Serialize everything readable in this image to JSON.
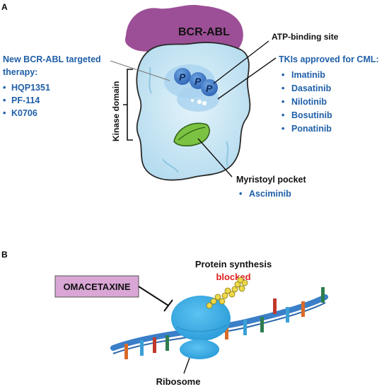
{
  "panel_a": {
    "label": "A",
    "protein_label": "BCR-ABL",
    "atp_site": "ATP-binding site",
    "phosphate": "P",
    "kinase_domain": "Kinase domain",
    "new_targeted": {
      "title_line1": "New BCR-ABL targeted",
      "title_line2": "therapy:",
      "items": [
        "HQP1351",
        "PF-114",
        "K0706"
      ]
    },
    "tkis": {
      "title": "TKIs approved for CML:",
      "items": [
        "Imatinib",
        "Dasatinib",
        "Nilotinib",
        "Bosutinib",
        "Ponatinib"
      ]
    },
    "myristoyl": {
      "title": "Myristoyl pocket",
      "items": [
        "Asciminib"
      ]
    }
  },
  "panel_b": {
    "label": "B",
    "drug": "OMACETAXINE",
    "synthesis_line1": "Protein synthesis",
    "synthesis_line2": "blocked",
    "ribosome": "Ribosome"
  },
  "colors": {
    "blue_text": "#1f5fa8",
    "blocked_red": "#e0201f",
    "bcr_abl_purple": "#9c4f96",
    "omacetaxine_box": "#d9a6d5",
    "kinase_light_blue": "#cbe6f3",
    "myristoyl_green": "#7cc242",
    "ribosome_blue": "#3daee9"
  }
}
